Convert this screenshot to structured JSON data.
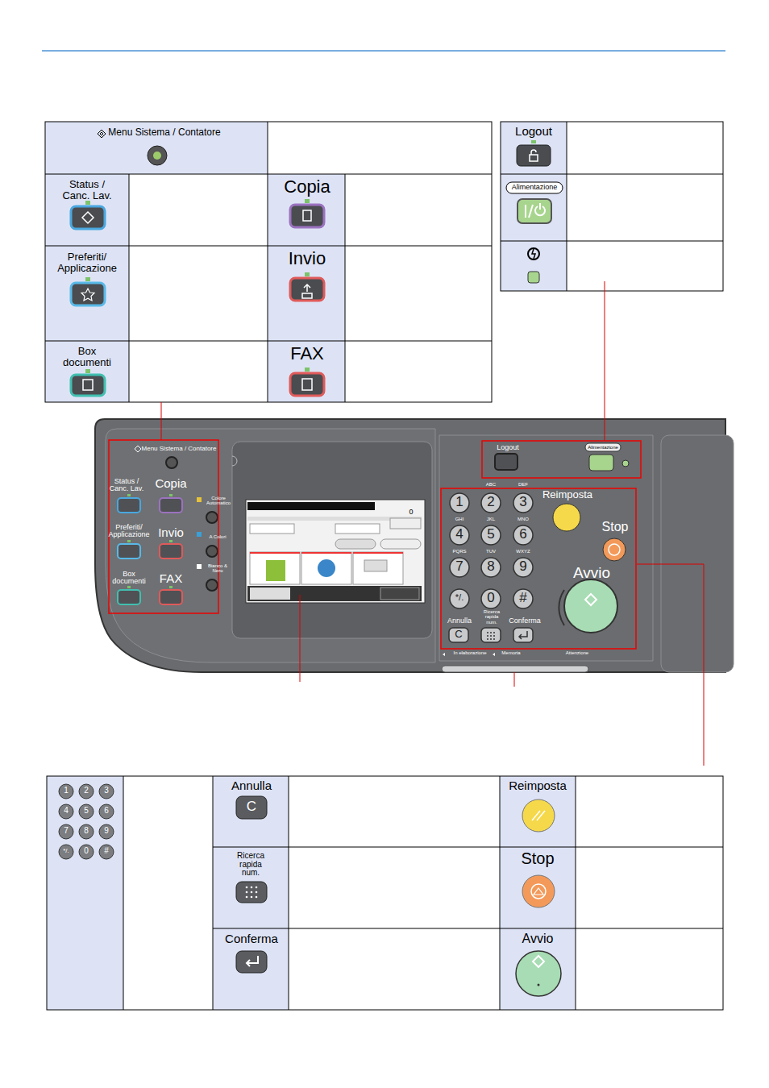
{
  "diagram": {
    "nodes": [
      {
        "text": [
          "Menu Sistema / Contatore"
        ]
      },
      {
        "text": [
          "Status / Canc. Lav."
        ]
      },
      {
        "text": [
          "Copia"
        ]
      },
      {
        "text": [
          "Preferiti/ Applicazione"
        ]
      },
      {
        "text": [
          "Invio"
        ]
      },
      {
        "text": [
          "Box documenti"
        ]
      },
      {
        "text": [
          "FAX"
        ]
      },
      {
        "text": [
          "Logout"
        ]
      },
      {
        "text": [
          "Alimentazione"
        ]
      },
      {
        "text": [
          "1",
          "2",
          "3",
          "4",
          "5",
          "6",
          "7",
          "8",
          "9",
          "*/.",
          "0",
          "#"
        ]
      },
      {
        "text": [
          "Annulla",
          "C"
        ]
      },
      {
        "text": [
          "Reimposta"
        ]
      },
      {
        "text": [
          "Ricerca rapida num."
        ]
      },
      {
        "text": [
          "Stop"
        ]
      },
      {
        "text": [
          "Conferma"
        ]
      },
      {
        "text": [
          "Avvio"
        ]
      }
    ],
    "labels": [
      "Menu Sistema / Contatore",
      "Status / Canc. Lav.",
      "Copia",
      "Colore Automatico",
      "A Colori",
      "Bianco & Nero",
      "Preferiti/ Applicazione",
      "Invio",
      "Box documenti",
      "FAX",
      "0",
      "Logout",
      "Alimentazione",
      "ABC",
      "DEF",
      "1",
      "2",
      "3",
      "GHI",
      "JKL",
      "MNO",
      "4",
      "5",
      "6",
      "PQRS",
      "TUV",
      "WXYZ",
      "7",
      "8",
      "9",
      "*/.",
      "0",
      "#",
      "Reimposta",
      "Stop",
      "Avvio",
      "Annulla",
      "C",
      "Ricerca rapida num.",
      "Conferma",
      "In elaborazione",
      "Memoria",
      "Attenzione"
    ]
  }
}
